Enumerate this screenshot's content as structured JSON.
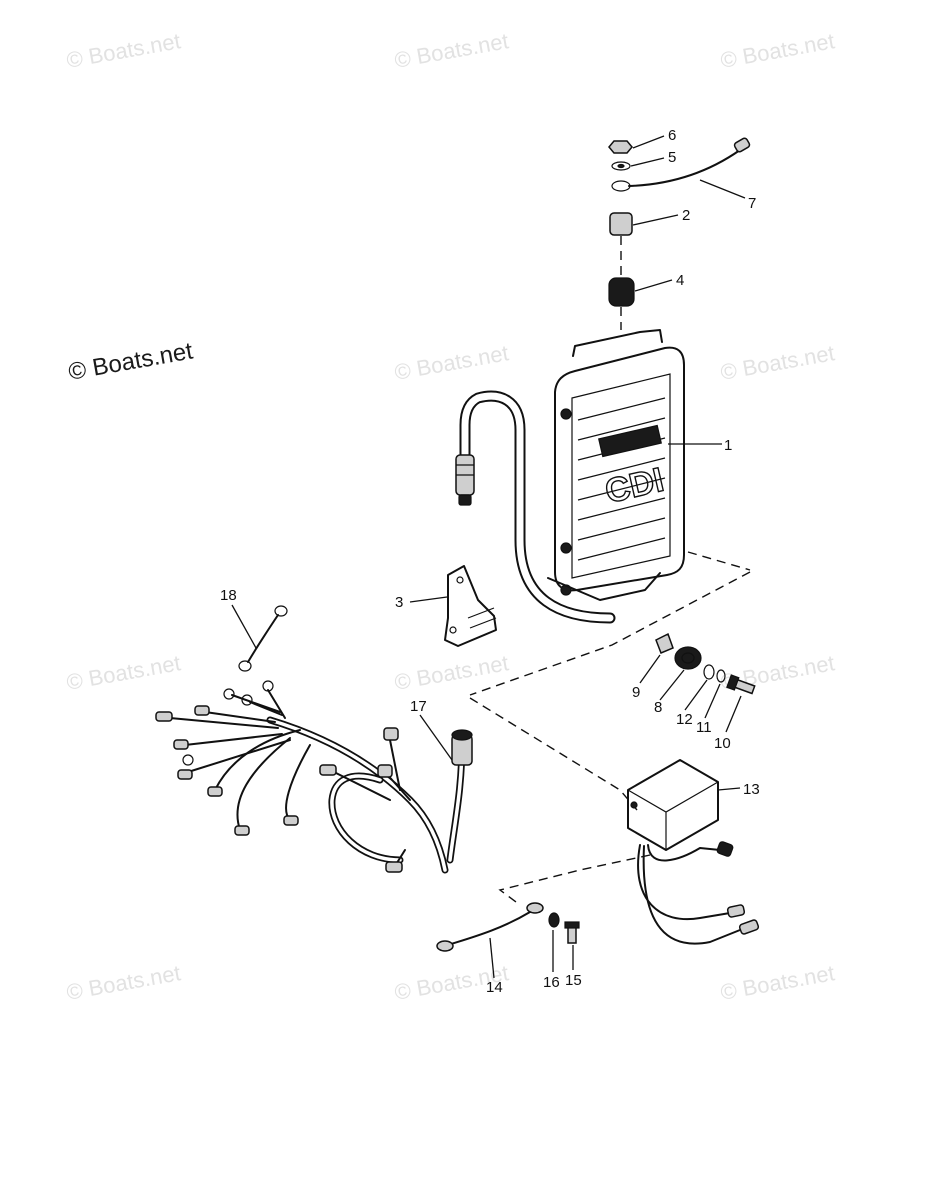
{
  "watermark": {
    "text": "© Boats.net",
    "primary_text": "© Boats.net"
  },
  "callouts": [
    {
      "id": "1",
      "label": "1"
    },
    {
      "id": "2",
      "label": "2"
    },
    {
      "id": "3",
      "label": "3"
    },
    {
      "id": "4",
      "label": "4"
    },
    {
      "id": "5",
      "label": "5"
    },
    {
      "id": "6",
      "label": "6"
    },
    {
      "id": "7",
      "label": "7"
    },
    {
      "id": "8",
      "label": "8"
    },
    {
      "id": "9",
      "label": "9"
    },
    {
      "id": "10",
      "label": "10"
    },
    {
      "id": "11",
      "label": "11"
    },
    {
      "id": "12",
      "label": "12"
    },
    {
      "id": "13",
      "label": "13"
    },
    {
      "id": "14",
      "label": "14"
    },
    {
      "id": "15",
      "label": "15"
    },
    {
      "id": "16",
      "label": "16"
    },
    {
      "id": "17",
      "label": "17"
    },
    {
      "id": "18",
      "label": "18"
    }
  ],
  "switchbox_lettering": "CDI"
}
